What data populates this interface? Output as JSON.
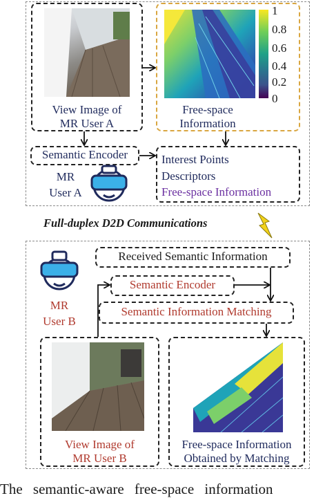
{
  "top_panel": {
    "view_image_caption_line1": "View Image of",
    "view_image_caption_line2": "MR User A",
    "free_space_caption_line1": "Free-space",
    "free_space_caption_line2": "Information",
    "colorbar_ticks": [
      "1",
      "0.8",
      "0.6",
      "0.4",
      "0.2",
      "0"
    ],
    "semantic_encoder": "Semantic Encoder",
    "info_line1": "Interest Points",
    "info_line2": "Descriptors",
    "info_line3": "Free-space Information",
    "user_label_line1": "MR",
    "user_label_line2": "User A"
  },
  "comm_label": "Full-duplex D2D Communications",
  "bottom_panel": {
    "received": "Received Semantic Information",
    "semantic_encoder": "Semantic Encoder",
    "matching": "Semantic Information Matching",
    "user_label_line1": "MR",
    "user_label_line2": "User B",
    "view_image_caption_line1": "View Image of",
    "view_image_caption_line2": "MR User B",
    "result_caption_line1": "Free-space Information",
    "result_caption_line2": "Obtained by Matching"
  },
  "caption_fragment": "The semantic-aware free-space information",
  "colors": {
    "navy": "#1f2a5c",
    "red": "#b03a2e",
    "purple": "#6a2fa0",
    "headset_blue": "#3bb0e8",
    "panel_border": "#8a8a8a",
    "orange_border": "#d9a640",
    "bolt": "#f2d21a"
  }
}
